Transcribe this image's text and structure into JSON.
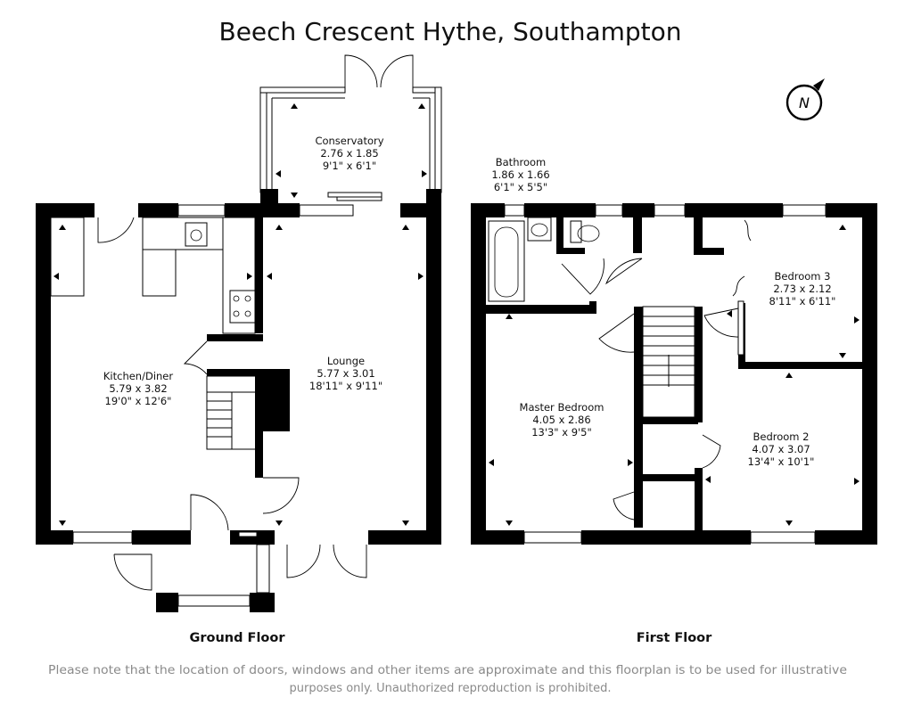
{
  "title": "Beech Crescent Hythe, Southampton",
  "compass": {
    "icon": "north-arrow-icon",
    "letter": "N"
  },
  "floors": [
    {
      "label": "Ground Floor"
    },
    {
      "label": "First Floor"
    }
  ],
  "rooms": {
    "conservatory": {
      "name": "Conservatory",
      "metric": "2.76 x 1.85",
      "imperial": "9'1\" x 6'1\""
    },
    "kitchen": {
      "name": "Kitchen/Diner",
      "metric": "5.79 x 3.82",
      "imperial": "19'0\" x 12'6\""
    },
    "lounge": {
      "name": "Lounge",
      "metric": "5.77 x 3.01",
      "imperial": "18'11\" x 9'11\""
    },
    "bathroom": {
      "name": "Bathroom",
      "metric": "1.86 x 1.66",
      "imperial": "6'1\" x 5'5\""
    },
    "bedroom3": {
      "name": "Bedroom 3",
      "metric": "2.73 x 2.12",
      "imperial": "8'11\" x 6'11\""
    },
    "master": {
      "name": "Master Bedroom",
      "metric": "4.05 x 2.86",
      "imperial": "13'3\" x 9'5\""
    },
    "bedroom2": {
      "name": "Bedroom 2",
      "metric": "4.07 x 3.07",
      "imperial": "13'4\" x 10'1\""
    }
  },
  "disclaimer": {
    "line1": "Please note that the location of doors, windows and other items are approximate and this floorplan is to be used for illustrative",
    "line2": "purposes only. Unauthorized reproduction is prohibited."
  }
}
